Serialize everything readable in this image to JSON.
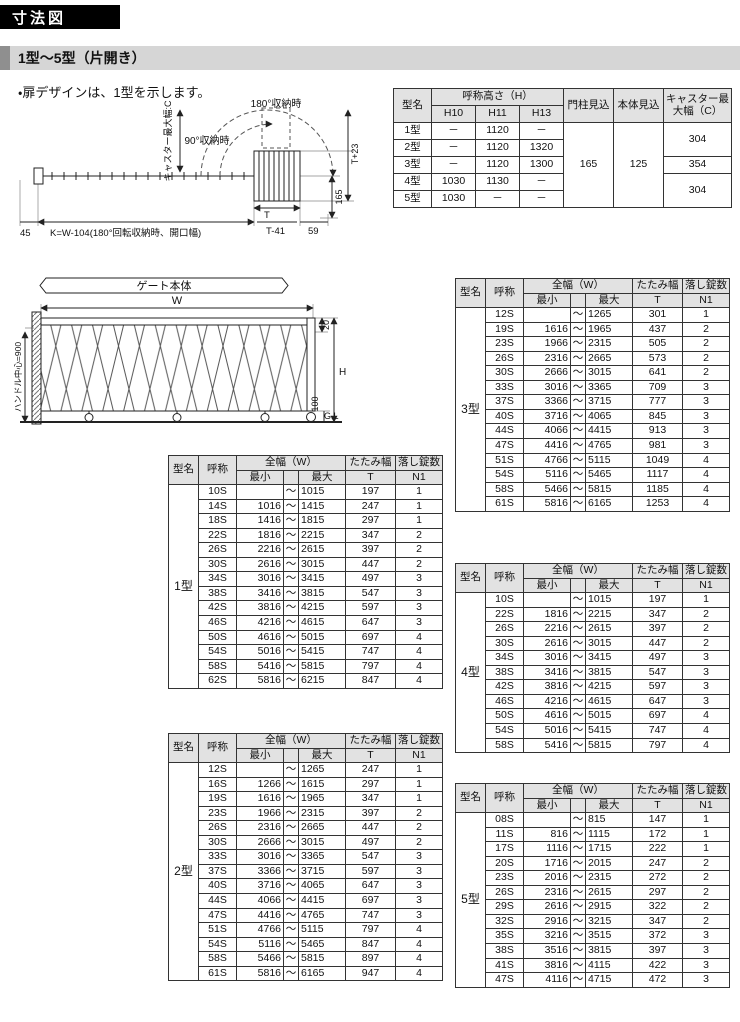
{
  "page": {
    "title": "寸法図",
    "subtitle": "1型～5型（片開き）",
    "note": "・扉デザインは、1型を示します。"
  },
  "chars": {
    "tilde": "～"
  },
  "spec_table": {
    "col_model": "型名",
    "col_height": "呼称高さ（H）",
    "sub_h10": "H10",
    "sub_h11": "H11",
    "sub_h13": "H13",
    "col_pillar": "門柱見込",
    "col_body": "本体見込",
    "col_caster": "キャスター最大幅（C）",
    "pillar_value": "165",
    "body_value": "125",
    "caster_values": [
      {
        "value": "304",
        "span": 2
      },
      {
        "value": "354",
        "span": 1
      },
      {
        "value": "304",
        "span": 2
      }
    ],
    "rows": [
      {
        "model": "1型",
        "h10": "－",
        "h11": "1120",
        "h13": "－"
      },
      {
        "model": "2型",
        "h10": "－",
        "h11": "1120",
        "h13": "1320"
      },
      {
        "model": "3型",
        "h10": "－",
        "h11": "1120",
        "h13": "1300"
      },
      {
        "model": "4型",
        "h10": "1030",
        "h11": "1130",
        "h13": "－"
      },
      {
        "model": "5型",
        "h10": "1030",
        "h11": "－",
        "h13": "－"
      }
    ]
  },
  "diagram_plan": {
    "label_180": "180°収納時",
    "label_90": "90°収納時",
    "caster_width": "キャスター最大幅:C",
    "dim_k": "K=W-104(180°回転収納時、開口幅)",
    "dim_45": "45",
    "dim_59": "59",
    "dim_t": "T",
    "dim_t41": "T-41",
    "dim_t23": "T+23",
    "dim_165": "165"
  },
  "diagram_gate": {
    "title": "ゲート本体",
    "dim_w": "W",
    "dim_20": "20",
    "dim_h": "H",
    "dim_100": "100",
    "gl": "G.L",
    "handle": "ハンドル中心=900"
  },
  "size_headers": {
    "model": "型名",
    "name": "呼称",
    "width": "全幅（W）",
    "min": "最小",
    "max": "最大",
    "fold": "たたみ幅",
    "fold_sub": "T",
    "locks": "落し錠数",
    "locks_sub": "N1"
  },
  "size_tables": [
    {
      "model": "1型",
      "rows": [
        [
          "10S",
          "",
          "1015",
          "197",
          "1"
        ],
        [
          "14S",
          "1016",
          "1415",
          "247",
          "1"
        ],
        [
          "18S",
          "1416",
          "1815",
          "297",
          "1"
        ],
        [
          "22S",
          "1816",
          "2215",
          "347",
          "2"
        ],
        [
          "26S",
          "2216",
          "2615",
          "397",
          "2"
        ],
        [
          "30S",
          "2616",
          "3015",
          "447",
          "2"
        ],
        [
          "34S",
          "3016",
          "3415",
          "497",
          "3"
        ],
        [
          "38S",
          "3416",
          "3815",
          "547",
          "3"
        ],
        [
          "42S",
          "3816",
          "4215",
          "597",
          "3"
        ],
        [
          "46S",
          "4216",
          "4615",
          "647",
          "3"
        ],
        [
          "50S",
          "4616",
          "5015",
          "697",
          "4"
        ],
        [
          "54S",
          "5016",
          "5415",
          "747",
          "4"
        ],
        [
          "58S",
          "5416",
          "5815",
          "797",
          "4"
        ],
        [
          "62S",
          "5816",
          "6215",
          "847",
          "4"
        ]
      ]
    },
    {
      "model": "2型",
      "rows": [
        [
          "12S",
          "",
          "1265",
          "247",
          "1"
        ],
        [
          "16S",
          "1266",
          "1615",
          "297",
          "1"
        ],
        [
          "19S",
          "1616",
          "1965",
          "347",
          "1"
        ],
        [
          "23S",
          "1966",
          "2315",
          "397",
          "2"
        ],
        [
          "26S",
          "2316",
          "2665",
          "447",
          "2"
        ],
        [
          "30S",
          "2666",
          "3015",
          "497",
          "2"
        ],
        [
          "33S",
          "3016",
          "3365",
          "547",
          "3"
        ],
        [
          "37S",
          "3366",
          "3715",
          "597",
          "3"
        ],
        [
          "40S",
          "3716",
          "4065",
          "647",
          "3"
        ],
        [
          "44S",
          "4066",
          "4415",
          "697",
          "3"
        ],
        [
          "47S",
          "4416",
          "4765",
          "747",
          "3"
        ],
        [
          "51S",
          "4766",
          "5115",
          "797",
          "4"
        ],
        [
          "54S",
          "5116",
          "5465",
          "847",
          "4"
        ],
        [
          "58S",
          "5466",
          "5815",
          "897",
          "4"
        ],
        [
          "61S",
          "5816",
          "6165",
          "947",
          "4"
        ]
      ]
    },
    {
      "model": "3型",
      "rows": [
        [
          "12S",
          "",
          "1265",
          "301",
          "1"
        ],
        [
          "19S",
          "1616",
          "1965",
          "437",
          "2"
        ],
        [
          "23S",
          "1966",
          "2315",
          "505",
          "2"
        ],
        [
          "26S",
          "2316",
          "2665",
          "573",
          "2"
        ],
        [
          "30S",
          "2666",
          "3015",
          "641",
          "2"
        ],
        [
          "33S",
          "3016",
          "3365",
          "709",
          "3"
        ],
        [
          "37S",
          "3366",
          "3715",
          "777",
          "3"
        ],
        [
          "40S",
          "3716",
          "4065",
          "845",
          "3"
        ],
        [
          "44S",
          "4066",
          "4415",
          "913",
          "3"
        ],
        [
          "47S",
          "4416",
          "4765",
          "981",
          "3"
        ],
        [
          "51S",
          "4766",
          "5115",
          "1049",
          "4"
        ],
        [
          "54S",
          "5116",
          "5465",
          "1117",
          "4"
        ],
        [
          "58S",
          "5466",
          "5815",
          "1185",
          "4"
        ],
        [
          "61S",
          "5816",
          "6165",
          "1253",
          "4"
        ]
      ]
    },
    {
      "model": "4型",
      "rows": [
        [
          "10S",
          "",
          "1015",
          "197",
          "1"
        ],
        [
          "22S",
          "1816",
          "2215",
          "347",
          "2"
        ],
        [
          "26S",
          "2216",
          "2615",
          "397",
          "2"
        ],
        [
          "30S",
          "2616",
          "3015",
          "447",
          "2"
        ],
        [
          "34S",
          "3016",
          "3415",
          "497",
          "3"
        ],
        [
          "38S",
          "3416",
          "3815",
          "547",
          "3"
        ],
        [
          "42S",
          "3816",
          "4215",
          "597",
          "3"
        ],
        [
          "46S",
          "4216",
          "4615",
          "647",
          "3"
        ],
        [
          "50S",
          "4616",
          "5015",
          "697",
          "4"
        ],
        [
          "54S",
          "5016",
          "5415",
          "747",
          "4"
        ],
        [
          "58S",
          "5416",
          "5815",
          "797",
          "4"
        ]
      ]
    },
    {
      "model": "5型",
      "rows": [
        [
          "08S",
          "",
          "815",
          "147",
          "1"
        ],
        [
          "11S",
          "816",
          "1115",
          "172",
          "1"
        ],
        [
          "17S",
          "1116",
          "1715",
          "222",
          "1"
        ],
        [
          "20S",
          "1716",
          "2015",
          "247",
          "2"
        ],
        [
          "23S",
          "2016",
          "2315",
          "272",
          "2"
        ],
        [
          "26S",
          "2316",
          "2615",
          "297",
          "2"
        ],
        [
          "29S",
          "2616",
          "2915",
          "322",
          "2"
        ],
        [
          "32S",
          "2916",
          "3215",
          "347",
          "2"
        ],
        [
          "35S",
          "3216",
          "3515",
          "372",
          "3"
        ],
        [
          "38S",
          "3516",
          "3815",
          "397",
          "3"
        ],
        [
          "41S",
          "3816",
          "4115",
          "422",
          "3"
        ],
        [
          "47S",
          "4116",
          "4715",
          "472",
          "3"
        ]
      ]
    }
  ]
}
